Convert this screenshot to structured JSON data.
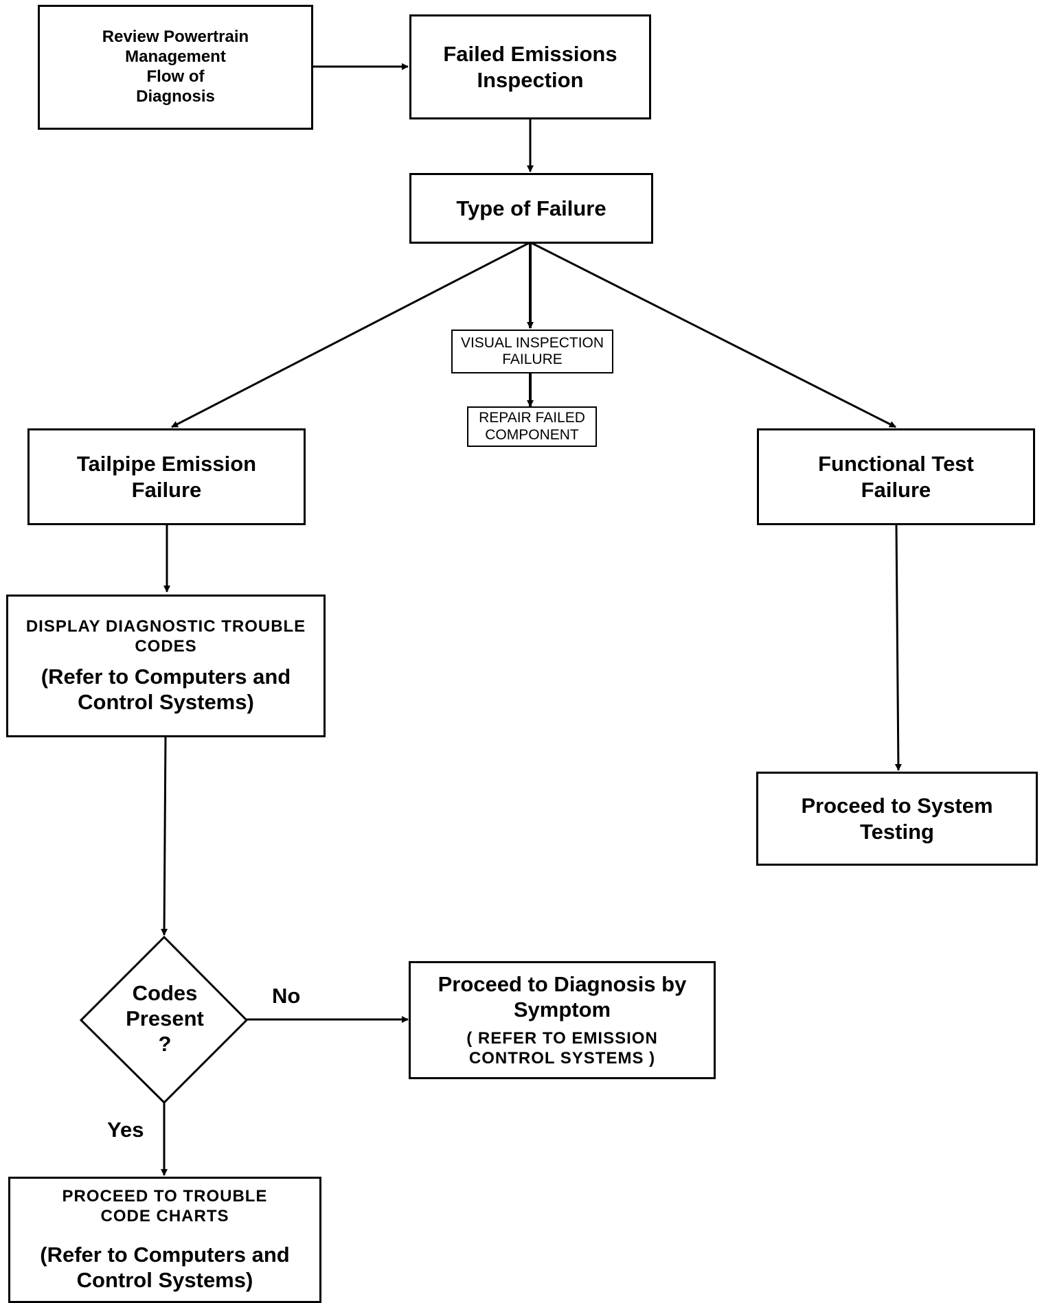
{
  "nodes": {
    "review": "Review Powertrain\nManagement\nFlow of\nDiagnosis",
    "failed_emissions": "Failed Emissions\nInspection",
    "type_of_failure": "Type of Failure",
    "visual_inspection": "VISUAL INSPECTION\nFAILURE",
    "repair_failed": "REPAIR  FAILED\nCOMPONENT",
    "tailpipe": "Tailpipe Emission\nFailure",
    "functional_test": "Functional Test\nFailure",
    "display_codes_title": "DISPLAY  DIAGNOSTIC  TROUBLE\nCODES",
    "display_codes_ref": "(Refer to Computers and\nControl Systems)",
    "proceed_system": "Proceed to System\nTesting",
    "codes_present": "Codes\nPresent\n?",
    "diagnosis_symptom_title": "Proceed to Diagnosis by\nSymptom",
    "diagnosis_symptom_ref": "( REFER  TO  EMISSION\n  CONTROL  SYSTEMS )",
    "trouble_charts_title": "PROCEED  TO  TROUBLE\nCODE  CHARTS",
    "trouble_charts_ref": "(Refer to Computers and\nControl Systems)"
  },
  "edge_labels": {
    "no": "No",
    "yes": "Yes"
  }
}
